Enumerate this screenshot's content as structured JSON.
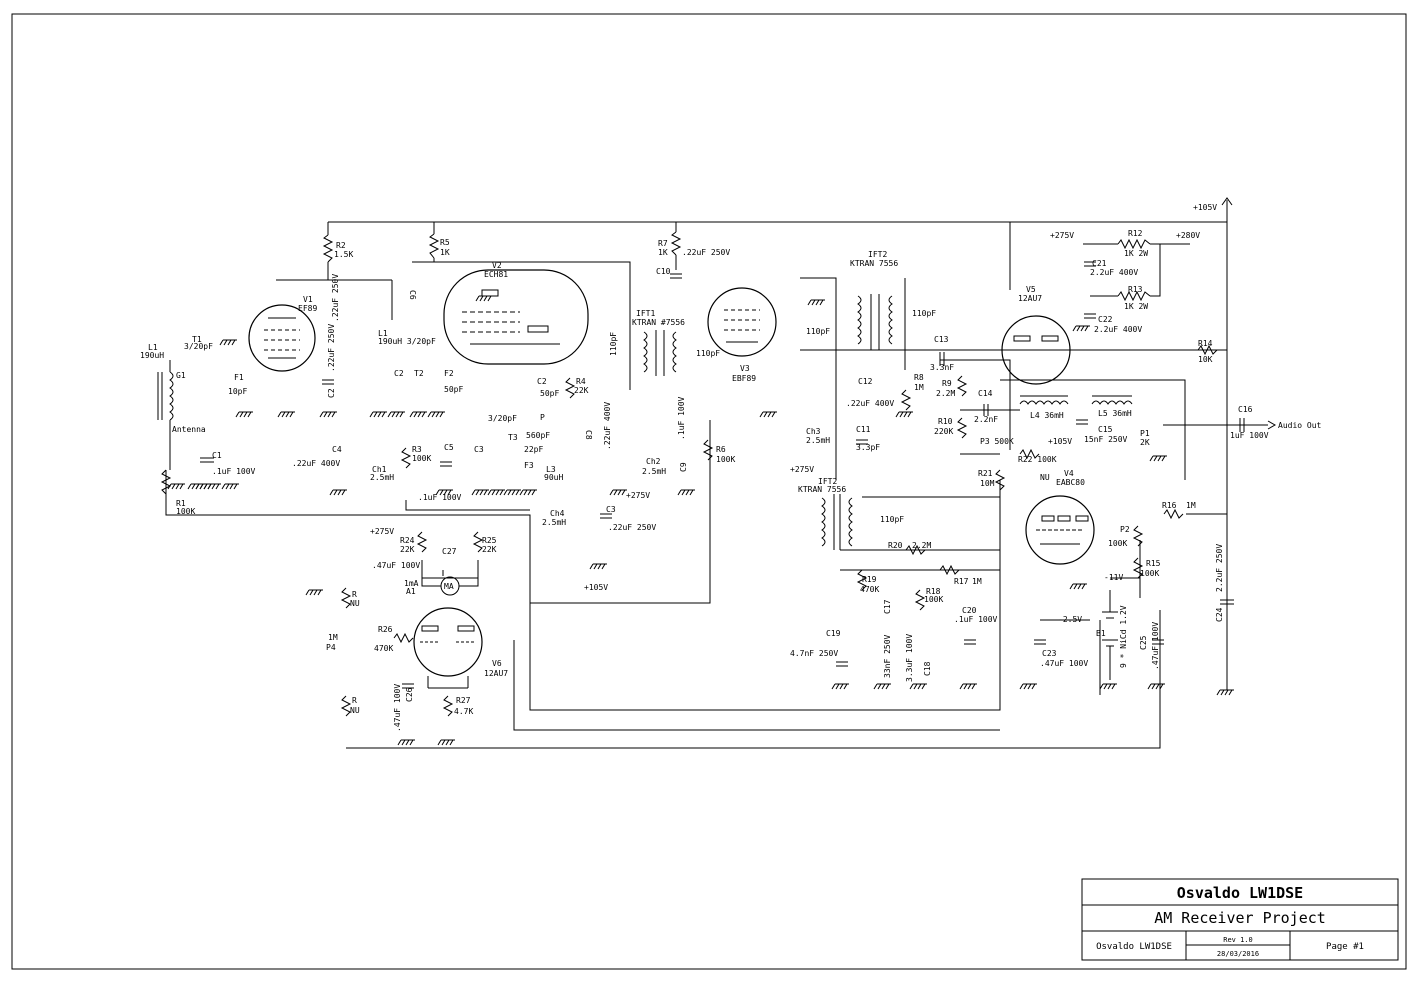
{
  "title_block": {
    "author": "Osvaldo LW1DSE",
    "project": "AM Receiver Project",
    "drawn_by": "Osvaldo LW1DSE",
    "revision": "Rev 1.0",
    "date": "28/03/2016",
    "page": "Page #1"
  },
  "rails": {
    "b105": "+105V",
    "b275": "+275V",
    "b280": "+280V",
    "audio_out": "Audio Out",
    "antenna": "Antenna"
  },
  "tubes": {
    "v1": {
      "ref": "V1",
      "type": "EF89"
    },
    "v2": {
      "ref": "V2",
      "type": "ECH81"
    },
    "v3": {
      "ref": "V3",
      "type": "EBF89"
    },
    "v4": {
      "ref": "V4",
      "type": "EABC80"
    },
    "v5": {
      "ref": "V5",
      "type": "12AU7"
    },
    "v6": {
      "ref": "V6",
      "type": "12AU7"
    }
  },
  "components": {
    "L1a": "L1",
    "L1a_val": "190uH",
    "T1": "T1",
    "T1_val": "3/20pF",
    "G1": "G1",
    "F1": "F1",
    "F1_val": "10pF",
    "C1": "C1",
    "C1_val": ".1uF 100V",
    "R1": "R1",
    "R1_val": "100K",
    "R2": "R2",
    "R2_val": "1.5K",
    "C2a": "C2",
    "C2a_val": ".22uF 250V",
    "L1b": "L1",
    "L1b_val": "190uH 3/20pF",
    "C2b": "C2",
    "T2": "T2",
    "F2": "F2",
    "F2_val": "50pF",
    "C4": "C4",
    "C4_val": ".22uF 400V",
    "Ch1": "Ch1",
    "Ch1_val": "2.5mH",
    "R3": "R3",
    "R3_val": "100K",
    "C5": "C5",
    "C5_val": ".1uF 100V",
    "R5": "R5",
    "R5_val": "1K",
    "C6": "C6",
    "C6_val": ".22uF 250V",
    "T3_val": "3/20pF",
    "C3a": "C3",
    "T3": "T3",
    "F3": "F3",
    "F3_val": "22pF",
    "P": "P",
    "P_val": "560pF",
    "C2c": "C2",
    "C2c_val": "50pF",
    "R4": "R4",
    "R4_val": "22K",
    "L3": "L3",
    "L3_val": "90uH",
    "Ch4": "Ch4",
    "Ch4_val": "2.5mH",
    "C3b": "C3",
    "C3b_val": ".22uF 250V",
    "C8": "C8",
    "C8_val": ".22uF 400V",
    "Ch2": "Ch2",
    "Ch2_val": "2.5mH",
    "IFT1": "IFT1",
    "IFT1_val": "KTRAN #7556",
    "C110a": "110pF",
    "C110b": "110pF",
    "R7": "R7",
    "R7_val": "1K",
    "C10": "C10",
    "C10_val": ".22uF 250V",
    "C9": "C9",
    "C9_val": ".1uF 100V",
    "R6": "R6",
    "R6_val": "100K",
    "IFT2a": "IFT2",
    "IFT2a_val": "KTRAN 7556",
    "C110c": "110pF",
    "C110d": "110pF",
    "C12": "C12",
    "C12_val": ".22uF 400V",
    "R8": "R8",
    "R8_val": "1M",
    "Ch3": "Ch3",
    "Ch3_val": "2.5mH",
    "C11": "C11",
    "C11_val": "3.3pF",
    "C13": "C13",
    "C13_val": "3.3nF",
    "R9": "R9",
    "R9_val": "2.2M",
    "C14": "C14",
    "C14_val": "2.2nF",
    "L4": "L4 36mH",
    "L5": "L5 36mH",
    "R10": "R10",
    "R10_val": "220K",
    "P3": "P3 500K",
    "R22": "R22 100K",
    "C15": "C15",
    "C15_val": "15nF 250V",
    "P1": "P1",
    "P1_val": "2K",
    "R14": "R14",
    "R14_val": "10K",
    "C16": "C16",
    "C16_val": "1uF 100V",
    "R12": "R12",
    "R12_val": "1K 2W",
    "R13": "R13",
    "R13_val": "1K 2W",
    "C21": "C21",
    "C21_val": "2.2uF 400V",
    "C22": "C22",
    "C22_val": "2.2uF 400V",
    "R21": "R21",
    "R21_val": "10M",
    "NU": "NU",
    "IFT2b": "IFT2",
    "IFT2b_val": "KTRAN 7556",
    "C110e": "110pF",
    "R20": "R20",
    "R20_val": "2.2M",
    "R19": "R19",
    "R19_val": "470K",
    "R17": "R17",
    "R17_val": "1M",
    "R18": "R18",
    "R18_val": "100K",
    "C17": "C17",
    "C17_val": "33nF 250V",
    "C18": "C18",
    "C18_val": "3.3uF 100V",
    "C19": "C19",
    "C19_val": "4.7nF 250V",
    "C20": "C20",
    "C20_val": ".1uF 100V",
    "R16": "R16",
    "R16_val": "1M",
    "P2": "P2",
    "P2_val": "100K",
    "R15": "R15",
    "R15_val": "100K",
    "m11": "-11V",
    "m25": "-2.5V",
    "B1": "B1",
    "B1_val": "9 * NiCd 1.2V",
    "C23": "C23",
    "C23_val": ".47uF 100V",
    "C25": "C25",
    "C25_val": ".47uF 100V",
    "C24": "C24",
    "C24_val": "2.2uF 250V",
    "R24": "R24",
    "R24_val": "22K",
    "R25": "R25",
    "R25_val": "22K",
    "C27": "C27",
    "C27_val": ".47uF 100V",
    "MA": "MA",
    "A1": "1mA",
    "A1b": "A1",
    "R26": "R26",
    "R26_val": "470K",
    "P4": "P4",
    "P4_val": "1M",
    "Rtop": "R",
    "Rtop_val": "NU",
    "Rbot": "R",
    "Rbot_val": "NU",
    "C26": "C26",
    "C26_val": ".47uF 100V",
    "R27": "R27",
    "R27_val": "4.7K"
  }
}
